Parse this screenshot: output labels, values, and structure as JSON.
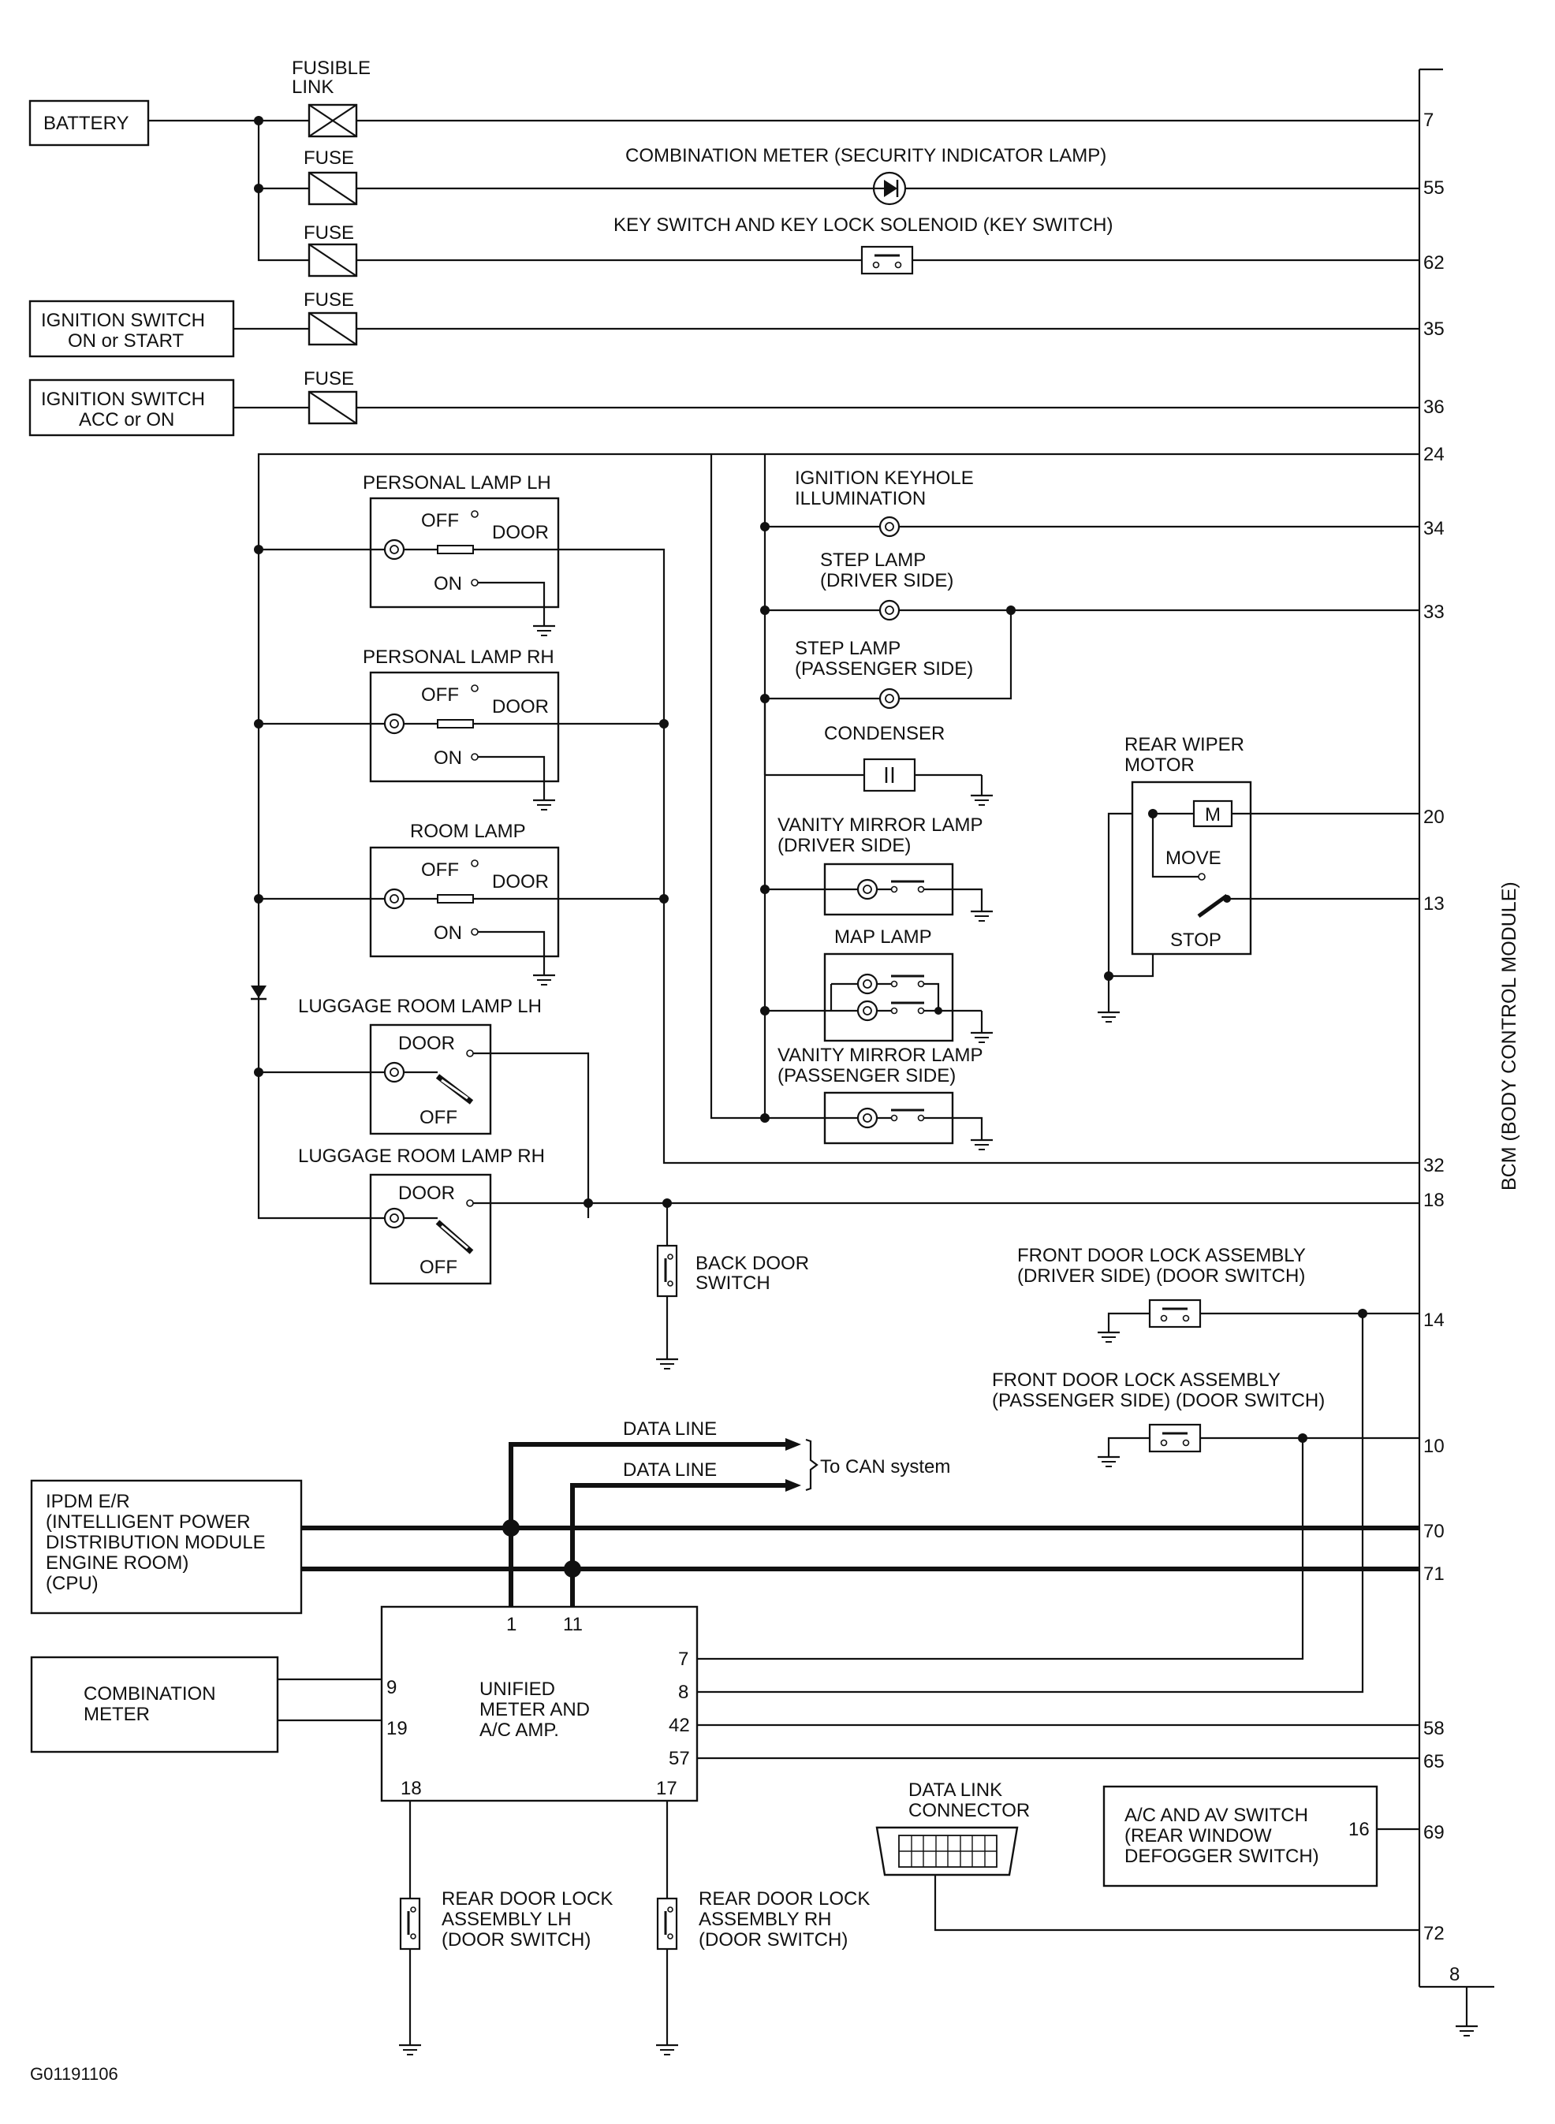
{
  "power": {
    "battery": "BATTERY",
    "fusible_link": [
      "FUSIBLE",
      "LINK"
    ],
    "fuse": "FUSE",
    "ign_on_start": [
      "IGNITION SWITCH",
      "ON or START"
    ],
    "ign_acc_on": [
      "IGNITION SWITCH",
      "ACC or ON"
    ],
    "combination_meter_sec": "COMBINATION METER (SECURITY INDICATOR LAMP)",
    "key_switch": "KEY SWITCH AND KEY LOCK SOLENOID (KEY SWITCH)"
  },
  "lamps": {
    "personal_lh": "PERSONAL LAMP LH",
    "personal_rh": "PERSONAL LAMP RH",
    "room": "ROOM LAMP",
    "luggage_lh": "LUGGAGE ROOM LAMP LH",
    "luggage_rh": "LUGGAGE ROOM LAMP RH",
    "off": "OFF",
    "door": "DOOR",
    "on": "ON",
    "back_door_switch": [
      "BACK DOOR",
      "SWITCH"
    ]
  },
  "illum": {
    "keyhole": [
      "IGNITION KEYHOLE",
      "ILLUMINATION"
    ],
    "step_driver": [
      "STEP LAMP",
      "(DRIVER SIDE)"
    ],
    "step_passenger": [
      "STEP LAMP",
      "(PASSENGER SIDE)"
    ],
    "condenser": "CONDENSER",
    "vanity_driver": [
      "VANITY MIRROR LAMP",
      "(DRIVER SIDE)"
    ],
    "map_lamp": "MAP LAMP",
    "vanity_passenger": [
      "VANITY MIRROR LAMP",
      "(PASSENGER SIDE)"
    ]
  },
  "wiper": {
    "title": [
      "REAR WIPER",
      "MOTOR"
    ],
    "move": "MOVE",
    "stop": "STOP",
    "motor_symbol": "M"
  },
  "door_switches": {
    "front_driver": [
      "FRONT DOOR LOCK ASSEMBLY",
      "(DRIVER SIDE) (DOOR SWITCH)"
    ],
    "front_passenger": [
      "FRONT DOOR LOCK ASSEMBLY",
      "(PASSENGER SIDE) (DOOR SWITCH)"
    ],
    "rear_lh": [
      "REAR DOOR  LOCK",
      "ASSEMBLY LH",
      "(DOOR SWITCH)"
    ],
    "rear_rh": [
      "REAR DOOR LOCK",
      "ASSEMBLY RH",
      "(DOOR SWITCH)"
    ]
  },
  "can": {
    "data_line": "DATA LINE",
    "to_can": "To CAN system",
    "ipdm": [
      "IPDM E/R",
      "(INTELLIGENT POWER",
      " DISTRIBUTION MODULE",
      " ENGINE ROOM)",
      "(CPU)"
    ],
    "combination_meter": [
      "COMBINATION",
      "METER"
    ],
    "unified": [
      "UNIFIED",
      "METER AND",
      "A/C AMP."
    ],
    "unified_pins": {
      "p1": "1",
      "p11": "11",
      "p7": "7",
      "p8": "8",
      "p42": "42",
      "p57": "57",
      "p9": "9",
      "p19": "19",
      "p18": "18",
      "p17": "17"
    },
    "data_link": [
      "DATA LINK",
      "CONNECTOR"
    ],
    "ac_av_switch": [
      "A/C AND AV SWITCH",
      "(REAR WINDOW",
      "DEFOGGER SWITCH)"
    ],
    "ac_av_pin": "16"
  },
  "bcm": {
    "label": "BCM (BODY CONTROL MODULE)",
    "pins": {
      "p7": "7",
      "p55": "55",
      "p62": "62",
      "p35": "35",
      "p36": "36",
      "p24": "24",
      "p34": "34",
      "p33": "33",
      "p20": "20",
      "p13": "13",
      "p32": "32",
      "p18": "18",
      "p14": "14",
      "p10": "10",
      "p70": "70",
      "p71": "71",
      "p58": "58",
      "p65": "65",
      "p69": "69",
      "p72": "72",
      "p8": "8"
    }
  },
  "figure_id": "G01191106"
}
